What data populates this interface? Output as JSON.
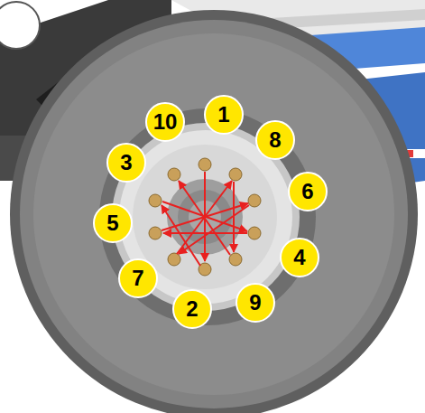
{
  "diagram": {
    "nodes": [
      {
        "text": [
          "1"
        ]
      },
      {
        "text": [
          "10"
        ]
      },
      {
        "text": [
          "8"
        ]
      },
      {
        "text": [
          "3"
        ]
      },
      {
        "text": [
          "6"
        ]
      },
      {
        "text": [
          "5"
        ]
      },
      {
        "text": [
          "4"
        ]
      },
      {
        "text": [
          "7"
        ]
      },
      {
        "text": [
          "9"
        ]
      },
      {
        "text": [
          "2"
        ]
      }
    ]
  }
}
